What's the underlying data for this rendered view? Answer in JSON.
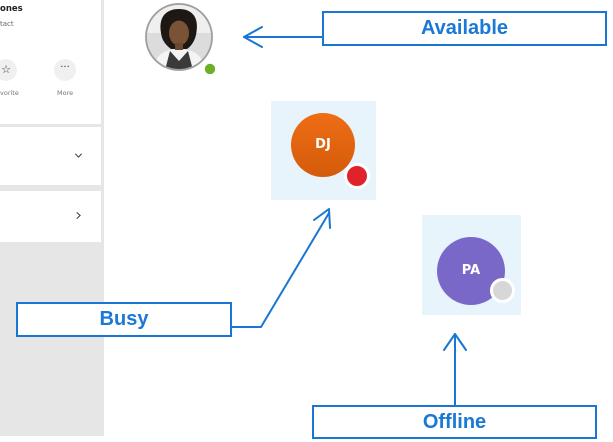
{
  "contact_card": {
    "name": "ones",
    "subtitle": "tact",
    "favorite_label": "vorite",
    "more_label": "More",
    "favorite_icon": "star-icon",
    "more_icon": "ellipsis-icon"
  },
  "avatars": {
    "photo_status": "available",
    "dj_initials": "DJ",
    "dj_status": "busy",
    "pa_initials": "PA",
    "pa_status": "offline"
  },
  "colors": {
    "available": "#6bb026",
    "busy": "#e0232b",
    "offline": "#d7d7d7",
    "dj_avatar": "#e1650f",
    "pa_avatar": "#7a68c8",
    "callout_border": "#1976d2",
    "callout_text": "#1a78d6",
    "tile_background": "#e8f4fc"
  },
  "callouts": {
    "available": "Available",
    "busy": "Busy",
    "offline": "Offline"
  }
}
